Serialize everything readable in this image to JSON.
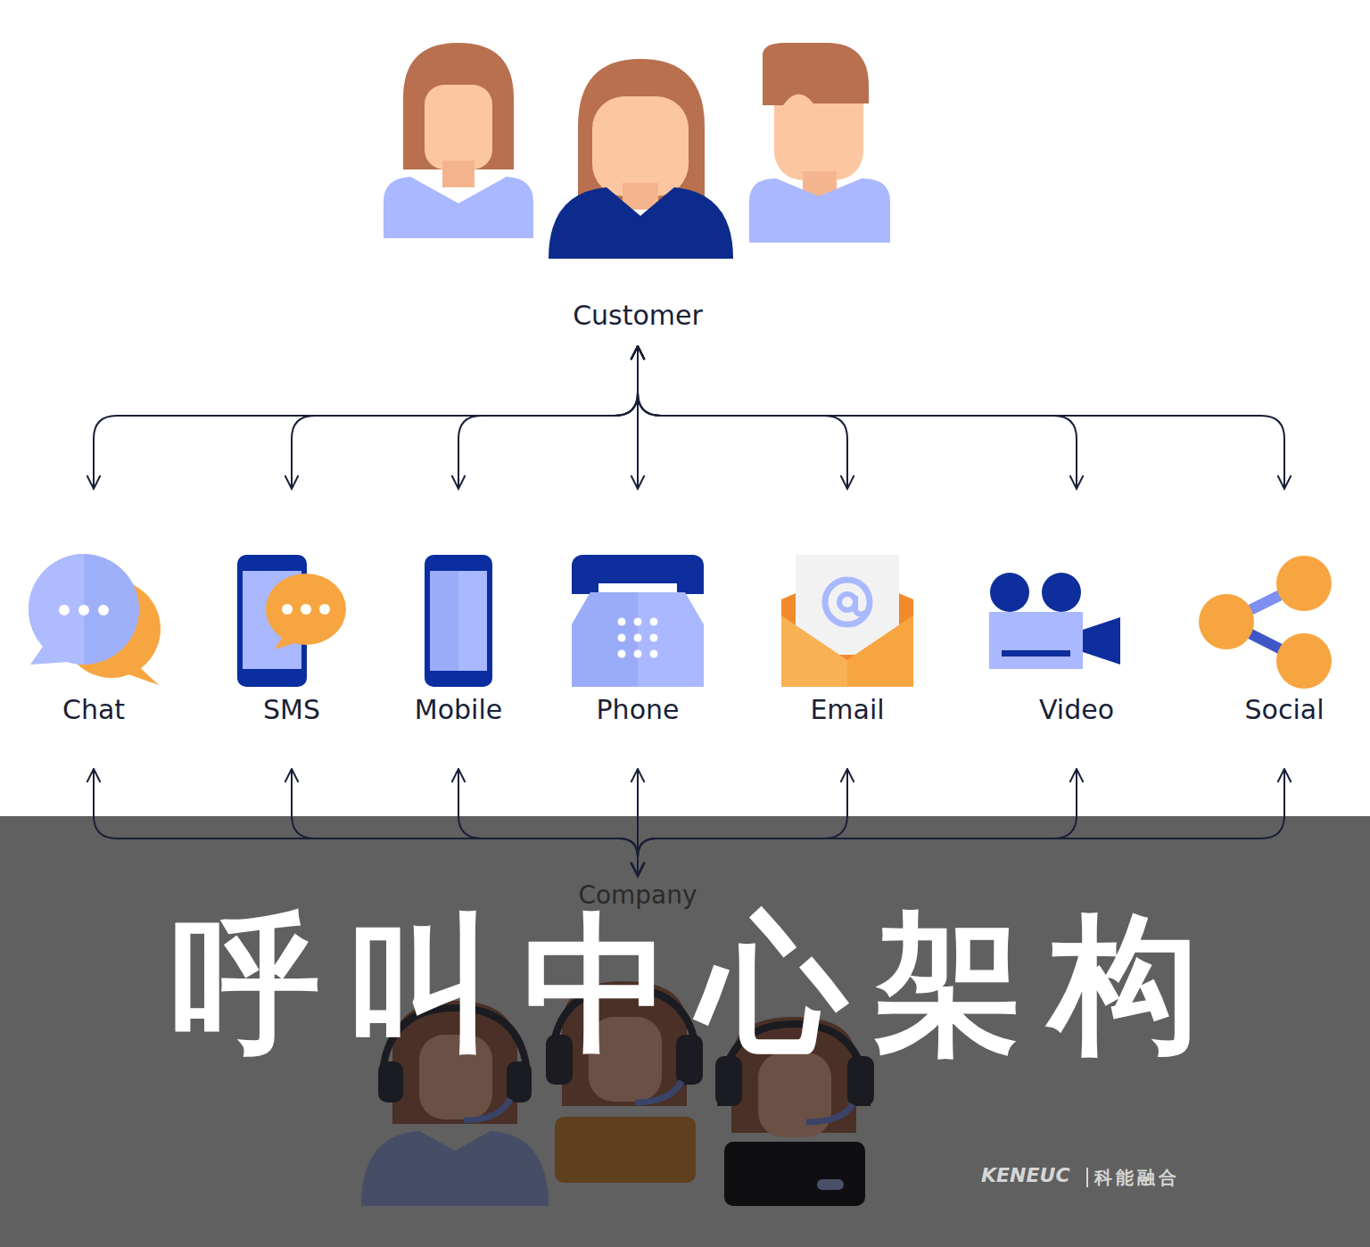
{
  "diagram": {
    "title": "呼叫中心架构",
    "nodes": [
      {
        "text": [
          "Customer"
        ]
      },
      {
        "text": [
          "Chat"
        ]
      },
      {
        "text": [
          "SMS"
        ]
      },
      {
        "text": [
          "Mobile"
        ]
      },
      {
        "text": [
          "Phone"
        ]
      },
      {
        "text": [
          "Email"
        ]
      },
      {
        "text": [
          "Video"
        ]
      },
      {
        "text": [
          "Social"
        ]
      },
      {
        "text": [
          "Company"
        ]
      }
    ],
    "edges": [
      {
        "from": 0,
        "to": 1,
        "arrow": "both"
      },
      {
        "from": 0,
        "to": 2,
        "arrow": "both"
      },
      {
        "from": 0,
        "to": 3,
        "arrow": "both"
      },
      {
        "from": 0,
        "to": 4,
        "arrow": "both"
      },
      {
        "from": 0,
        "to": 5,
        "arrow": "both"
      },
      {
        "from": 0,
        "to": 6,
        "arrow": "both"
      },
      {
        "from": 0,
        "to": 7,
        "arrow": "both"
      },
      {
        "from": 1,
        "to": 8,
        "arrow": "both"
      },
      {
        "from": 2,
        "to": 8,
        "arrow": "both"
      },
      {
        "from": 3,
        "to": 8,
        "arrow": "both"
      },
      {
        "from": 4,
        "to": 8,
        "arrow": "both"
      },
      {
        "from": 5,
        "to": 8,
        "arrow": "both"
      },
      {
        "from": 6,
        "to": 8,
        "arrow": "both"
      },
      {
        "from": 7,
        "to": 8,
        "arrow": "both"
      }
    ],
    "labels": [
      "KENEUC",
      "科能融合"
    ]
  }
}
